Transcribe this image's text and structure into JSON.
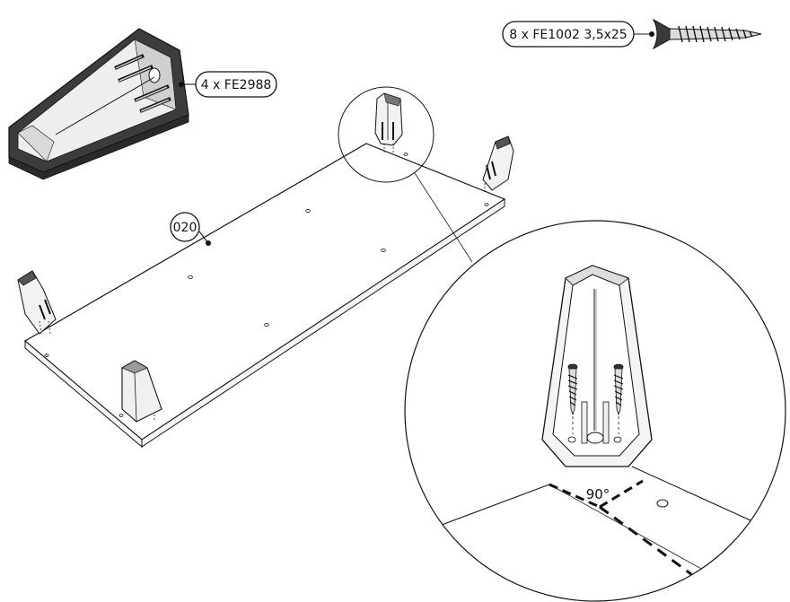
{
  "callouts": {
    "screw": "8 x FE1002 3,5x25",
    "bracket": "4 x FE2988",
    "panel": "020"
  },
  "detail": {
    "angle": "90°"
  },
  "icons": [
    "bracket-icon",
    "screw-icon"
  ],
  "colors": {
    "line": "#1a1a1a",
    "bracket_fill": "#e6e6e6",
    "bracket_dark": "#3c3c3c"
  }
}
